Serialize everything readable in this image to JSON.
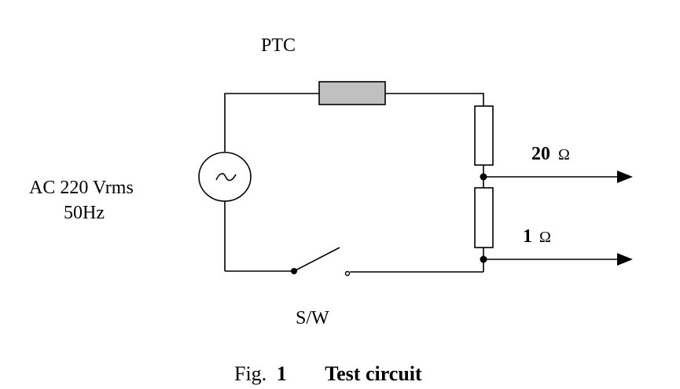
{
  "diagram": {
    "components": {
      "ptc": {
        "label": "PTC",
        "fill": "#c0c0c0"
      },
      "source": {
        "label_line1": "AC 220 Vrms",
        "label_line2": "50Hz",
        "symbol": "~"
      },
      "resistor_top": {
        "value": "20",
        "unit": "Ω"
      },
      "resistor_bottom": {
        "value": "1",
        "unit": "Ω"
      },
      "switch": {
        "label": "S/W"
      }
    },
    "caption": {
      "prefix": "Fig.",
      "number": "1",
      "title": "Test circuit"
    }
  }
}
